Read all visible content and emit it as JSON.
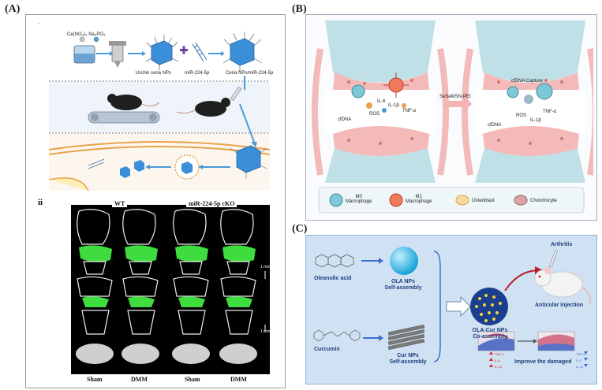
{
  "panels": {
    "A": {
      "label": "(A)",
      "sub_i": "i",
      "sub_ii": "ii",
      "reagents": "Ce(NO₃)₃  Na₃PO₄",
      "urchin": "Urchin ceria NPs",
      "mir": "miR-224-5p",
      "ceria_mir": "Ceria NPs/miR-224-5p",
      "plus": "+",
      "wt": "WT",
      "cko": "miR-224-5p cKO",
      "scale1": "1 mm",
      "scale2": "1 mm",
      "bottom": [
        "Sham",
        "DMM",
        "Sham",
        "DMM"
      ]
    },
    "B": {
      "label": "(B)",
      "cfdna_capture": "cfDNA Capture",
      "il6": "IL-6",
      "il1b": "IL-1β",
      "ros": "ROS",
      "tnfa": "TNF-α",
      "cfdna": "cfDNA",
      "ros2": "ROS",
      "il1b2": "IL-1β",
      "tnfa2": "TNF-α",
      "cfdna2": "cfDNA",
      "treatment": "SeSeMSN-PEI",
      "legend": [
        {
          "icon": "m0-macrophage-icon",
          "label": "M0\nMacrophage"
        },
        {
          "icon": "m1-macrophage-icon",
          "label": "M1\nMacrophage"
        },
        {
          "icon": "osteoblast-icon",
          "label": "Osteoblast"
        },
        {
          "icon": "chondrocyte-icon",
          "label": "Chondrocyte"
        }
      ]
    },
    "C": {
      "label": "(C)",
      "oleanolic": "Oleanolic  acid",
      "ola_nps": "OLA NPs\nSelf-assembly",
      "curcumin": "Curcumin",
      "cur_nps": "Cur NPs\nSelf-assembly",
      "ola_cur": "OLA-Cur NPs\nCo-assembly",
      "arthritis": "Arthritis",
      "injection": "Anticular injection",
      "improve": "Improve the damaged",
      "left_markers": [
        "TNF-α",
        "IL-6",
        "IL-1β"
      ],
      "right_markers": [
        "TNF-α",
        "IL-6",
        "IL-1β"
      ]
    }
  },
  "colors": {
    "blue_panel": "#cfe1f3",
    "green_bone": "#3fdc3f",
    "m1": "#f07a5a",
    "m0": "#7ec7d6"
  }
}
